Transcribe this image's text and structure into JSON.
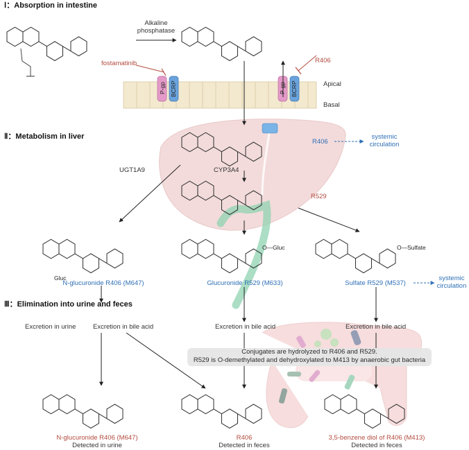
{
  "sections": {
    "absorption": "Ⅰ：Absorption in intestine",
    "metabolism": "Ⅱ：Metabolism in liver",
    "elimination": "Ⅲ：Elimination into urine and feces"
  },
  "enzymes": {
    "alkaline_phosphatase": "Alkaline\nphosphatase",
    "ugt": "UGT1A9",
    "cyp": "CYP3A4"
  },
  "drugs": {
    "fostamatinib": "fostamatinib",
    "r406": "R406",
    "r406_liver": "R406",
    "r529": "R529"
  },
  "transporters": {
    "pgp": "P-gp",
    "bcrp": "BCRP"
  },
  "membrane": {
    "apical": "Apical",
    "basal": "Basal"
  },
  "circulation": {
    "label1": "systemic\ncirculation",
    "label2": "systemic\ncirculation"
  },
  "metabolites": {
    "n_gluc": "N-glucuronide R406 (M647)",
    "gluc_r529": "Glucuronide R529 (M633)",
    "sulfate_r529": "Sulfate R529 (M537)"
  },
  "substituents": {
    "gluc": "Gluc",
    "o_gluc": "O—Gluc",
    "o_sulfate": "O—Sulfate"
  },
  "excretion": {
    "urine": "Excretion in urine",
    "bile1": "Excretion in bile acid",
    "bile2": "Excretion in bile acid",
    "bile3": "Excretion in bile acid"
  },
  "note": {
    "line1": "Conjugates are hydrolyzed to R406 and R529.",
    "line2": "R529 is O-demethylated and dehydroxylated to M413 by anaerobic gut bacteria"
  },
  "final": {
    "m647": "N-glucuronide R406 (M647)",
    "m647_sub": "Detected in urine",
    "r406": "R406",
    "r406_sub": "Detected in feces",
    "m413": "3,5-benzene diol of R406 (M413)",
    "m413_sub": "Detected in feces"
  },
  "colors": {
    "blue": "#2e6fb5",
    "red": "#b24b3e",
    "liver": "#f2d8d8",
    "bile": "#8fd3b0",
    "cell": "#f3e9cf",
    "pgp": "#e49ac8",
    "bcrp": "#6aa3dc"
  }
}
